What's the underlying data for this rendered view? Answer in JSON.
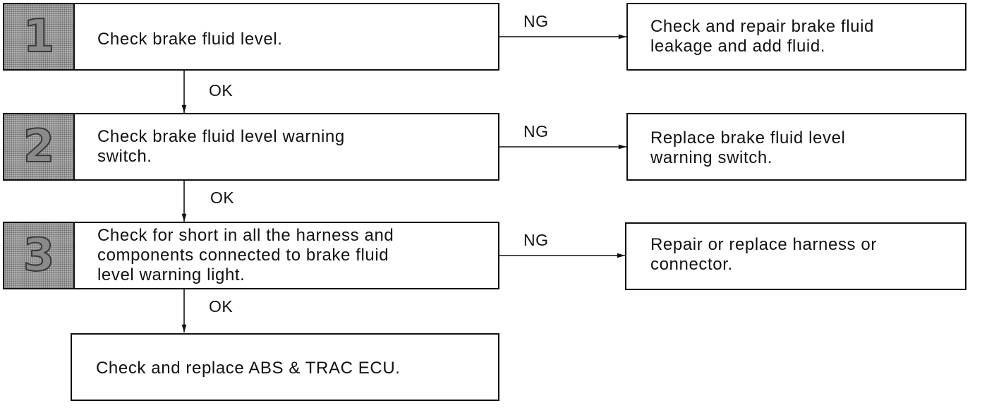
{
  "steps": [
    {
      "number": "1",
      "text": "Check brake fluid level."
    },
    {
      "number": "2",
      "text": "Check brake fluid level warning\nswitch."
    },
    {
      "number": "3",
      "text": "Check for short in all the harness and\ncomponents connected to brake fluid\nlevel warning light."
    }
  ],
  "actions": [
    {
      "text": "Check and repair brake fluid\nleakage and add fluid."
    },
    {
      "text": "Replace brake fluid level\nwarning switch."
    },
    {
      "text": "Repair or replace harness or\nconnector."
    }
  ],
  "final": {
    "text": "Check and replace ABS & TRAC ECU."
  },
  "labels": {
    "ng": "NG",
    "ok": "OK"
  }
}
